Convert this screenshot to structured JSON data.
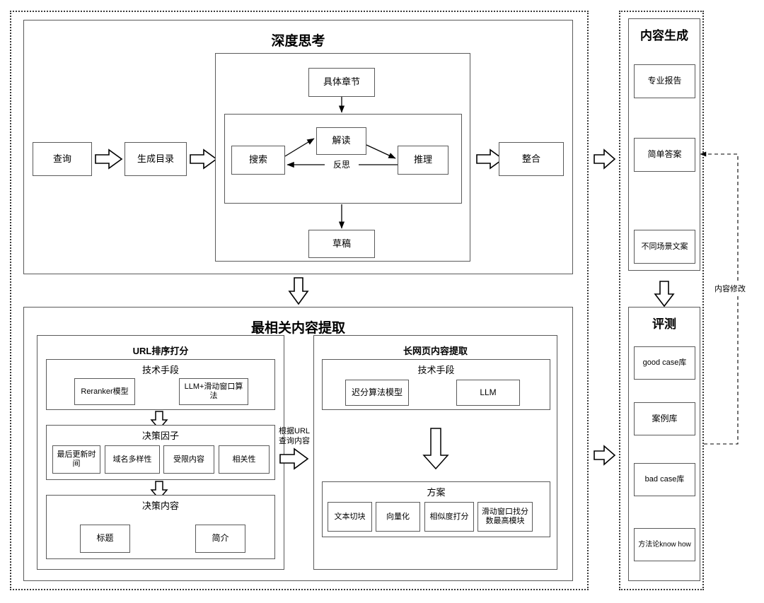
{
  "diagram": {
    "title_deep_thinking": "深度思考",
    "title_content_extraction": "最相关内容提取",
    "title_content_generation": "内容生成",
    "title_evaluation": "评测"
  },
  "deep_thinking": {
    "heading": "深度思考",
    "query": "查询",
    "generate_outline": "生成目录",
    "specific_chapter": "具体章节",
    "search": "搜索",
    "interpret": "解读",
    "reason": "推理",
    "reflect_label": "反思",
    "draft": "草稿",
    "integrate": "整合"
  },
  "extraction": {
    "heading": "最相关内容提取",
    "url_ranking": {
      "heading": "URL排序打分",
      "tech_means": {
        "heading": "技术手段",
        "items": [
          "Reranker模型",
          "LLM+滑动窗口算法"
        ]
      },
      "decision_factors": {
        "heading": "决策因子",
        "items": [
          "最后更新时间",
          "域名多样性",
          "受限内容",
          "相关性"
        ]
      },
      "decision_content": {
        "heading": "决策内容",
        "items": [
          "标题",
          "简介"
        ]
      }
    },
    "bridge_label": "根据URL\n查询内容",
    "long_page": {
      "heading": "长网页内容提取",
      "tech_means": {
        "heading": "技术手段",
        "items": [
          "迟分算法模型",
          "LLM"
        ]
      },
      "solution": {
        "heading": "方案",
        "items": [
          "文本切块",
          "向量化",
          "相似度打分",
          "滑动窗口找分数最高模块"
        ]
      }
    }
  },
  "content_generation": {
    "heading": "内容生成",
    "items": [
      "专业报告",
      "简单答案",
      "不同场景文案"
    ]
  },
  "evaluation": {
    "heading": "评测",
    "items": [
      "good case库",
      "案例库",
      "bad case库",
      "方法论know how"
    ]
  },
  "feedback": {
    "label": "内容修改"
  },
  "colors": {
    "stroke": "#5a5a5a",
    "dashed": "#3a3a3a",
    "text": "#000000",
    "background": "#ffffff"
  }
}
